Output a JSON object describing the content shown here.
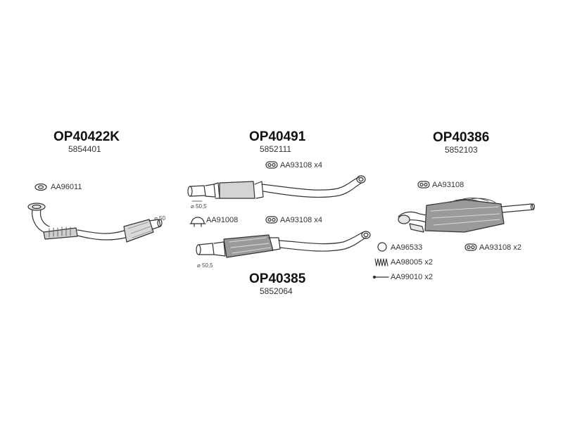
{
  "groups": [
    {
      "code": "OP40422K",
      "number": "5854401"
    },
    {
      "code": "OP40491",
      "number": "5852111"
    },
    {
      "code": "OP40386",
      "number": "5852103"
    },
    {
      "code": "OP40385",
      "number": "5852064"
    }
  ],
  "parts": {
    "gasket_front": "AA96011",
    "clamp_mid": "AA91008",
    "hanger_mid_top": "AA93108 x4",
    "hanger_mid_bottom": "AA93108 x4",
    "hanger_rear_top": "AA93108",
    "hanger_rear_side": "AA93108 x2",
    "ring": "AA96533",
    "spring": "AA98005 x2",
    "bolt": "AA99010 x2"
  },
  "dimensions": {
    "cat_outlet": "⌀ 50",
    "mid_top_inlet": "⌀ 50,5",
    "mid_bottom_inlet": "⌀ 50,5"
  },
  "colors": {
    "line": "#333333",
    "shade": "#9a9a9a",
    "light": "#e6e6e6"
  }
}
